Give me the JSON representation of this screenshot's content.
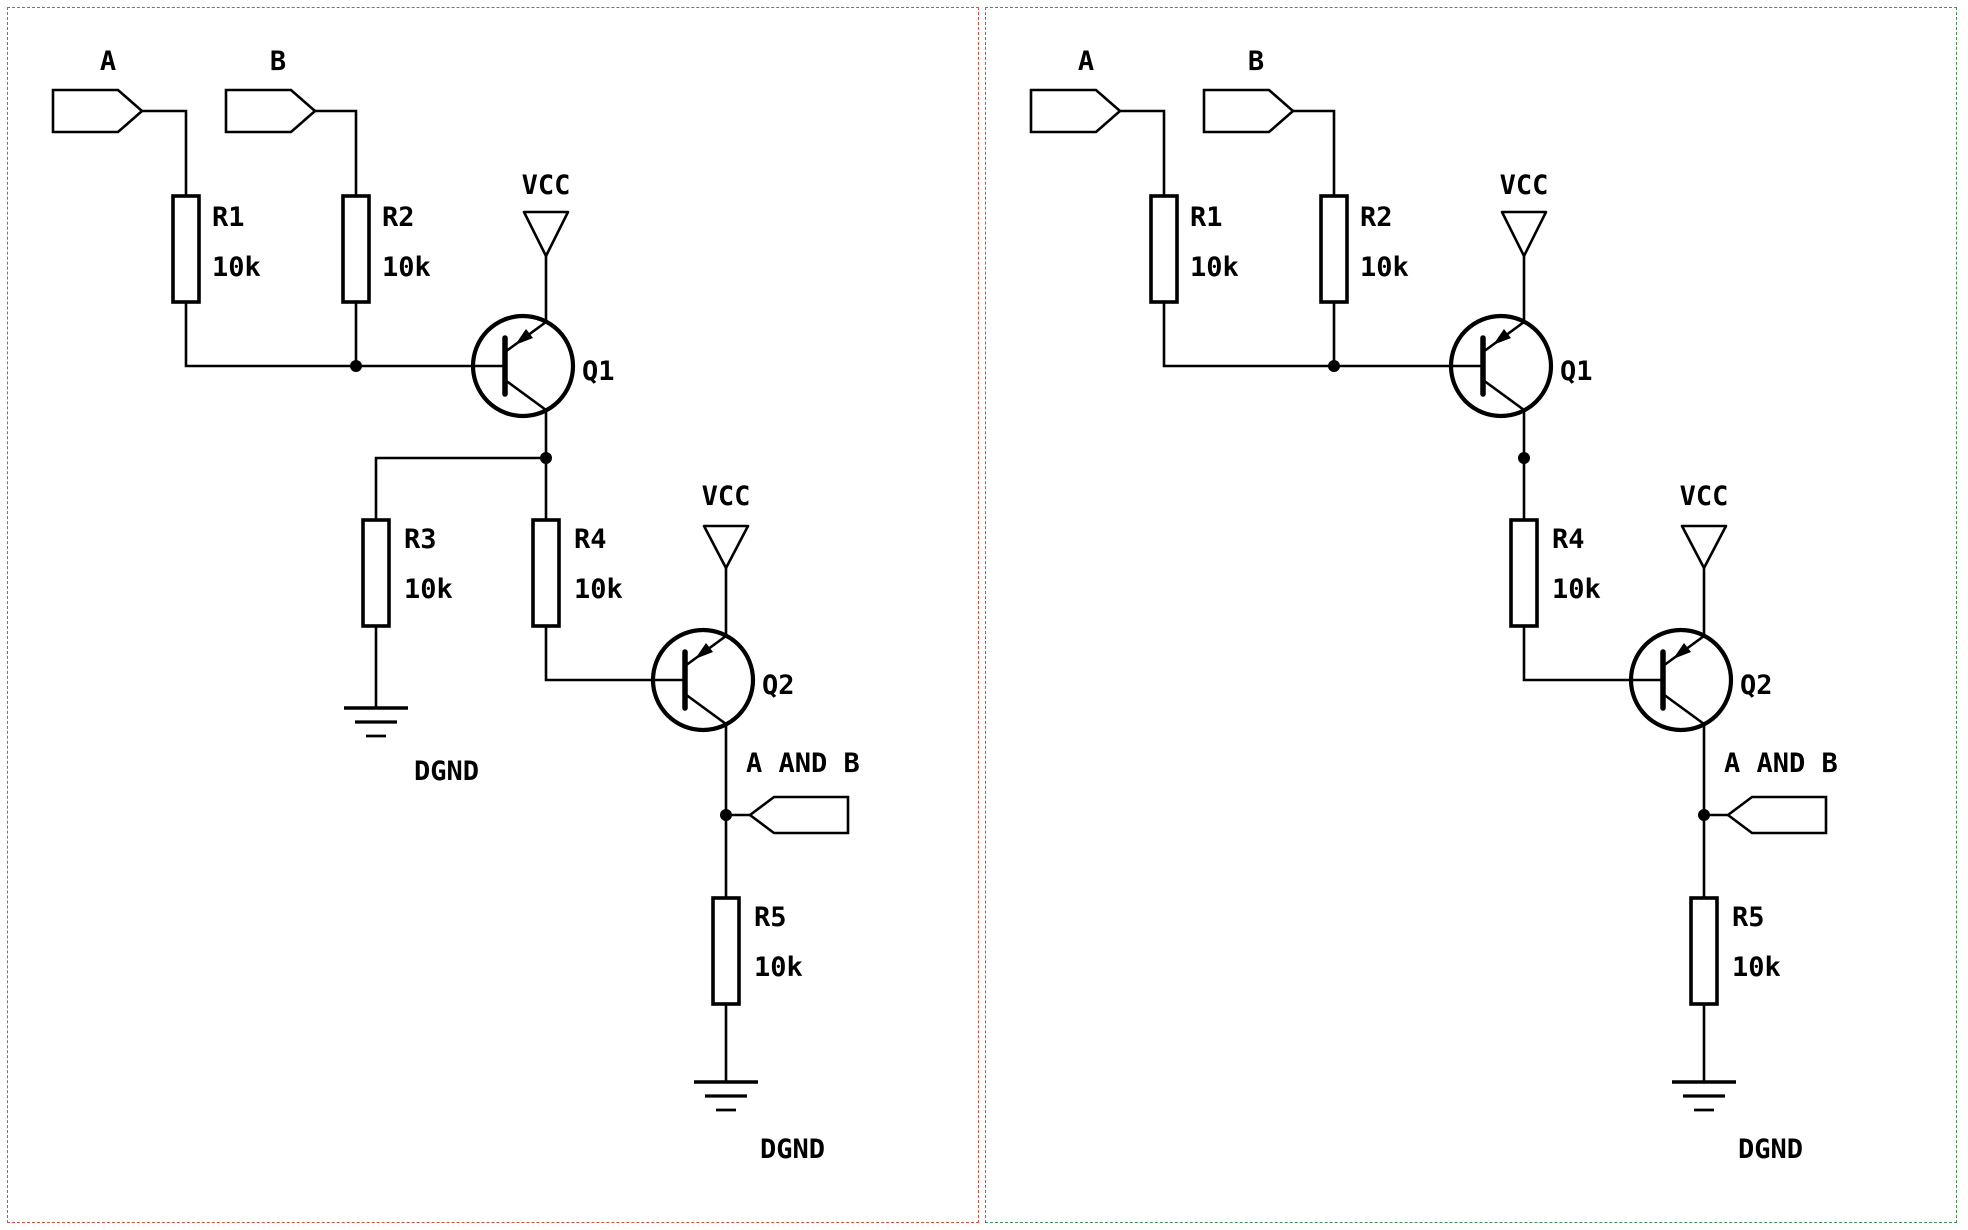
{
  "colors": {
    "left_panel_border": "#cf5340",
    "right_panel_border": "#4a8f55",
    "wire": "#000000"
  },
  "left": {
    "input_a": "A",
    "input_b": "B",
    "r1_ref": "R1",
    "r1_val": "10k",
    "r2_ref": "R2",
    "r2_val": "10k",
    "r3_ref": "R3",
    "r3_val": "10k",
    "r4_ref": "R4",
    "r4_val": "10k",
    "r5_ref": "R5",
    "r5_val": "10k",
    "q1": "Q1",
    "q2": "Q2",
    "vcc1": "VCC",
    "vcc2": "VCC",
    "gnd_r3": "DGND",
    "gnd_out": "DGND",
    "output": "A AND B"
  },
  "right": {
    "input_a": "A",
    "input_b": "B",
    "r1_ref": "R1",
    "r1_val": "10k",
    "r2_ref": "R2",
    "r2_val": "10k",
    "r4_ref": "R4",
    "r4_val": "10k",
    "r5_ref": "R5",
    "r5_val": "10k",
    "q1": "Q1",
    "q2": "Q2",
    "vcc1": "VCC",
    "vcc2": "VCC",
    "gnd_out": "DGND",
    "output": "A AND B"
  }
}
